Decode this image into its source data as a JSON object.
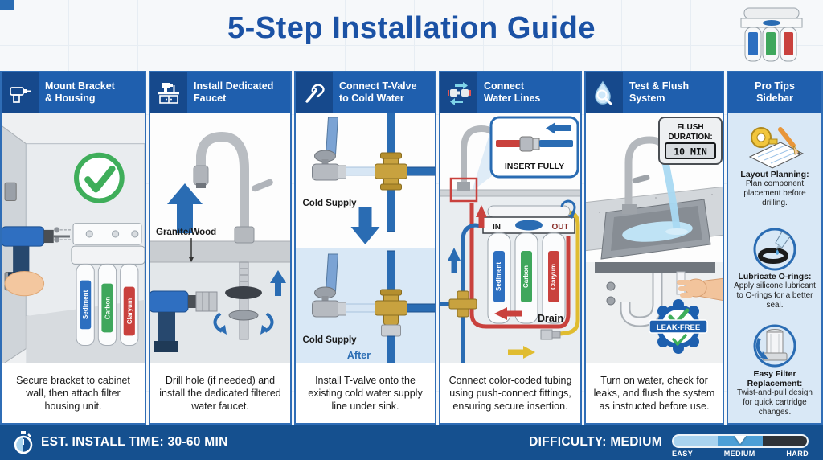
{
  "title": "5-Step Installation Guide",
  "cartridges": [
    "Sediment",
    "Carbon",
    "Claryum"
  ],
  "steps": [
    {
      "title_lines": [
        "Mount Bracket",
        "& Housing"
      ],
      "icon": "drill-icon",
      "caption": "Secure bracket to cabinet wall, then attach filter housing unit."
    },
    {
      "title_lines": [
        "Install Dedicated",
        "Faucet"
      ],
      "icon": "drill-cabinet-icon",
      "caption": "Drill hole (if needed) and install the dedicated filtered water faucet.",
      "surface_label": "Granite/Wood"
    },
    {
      "title_lines": [
        "Connect T-Valve",
        "to Cold Water"
      ],
      "icon": "pipe-wrench-icon",
      "caption": "Install T-valve onto the existing cold water supply line under sink.",
      "cold_supply_label": "Cold Supply",
      "after_label": "After"
    },
    {
      "title_lines": [
        "Connect",
        "Water Lines"
      ],
      "icon": "push-fittings-icon",
      "caption": "Connect color-coded tubing using push-connect fittings, ensuring secure insertion.",
      "insert_label": "INSERT FULLY",
      "in_label": "IN",
      "out_label": "OUT",
      "drain_label": "Drain"
    },
    {
      "title_lines": [
        "Test & Flush",
        "System"
      ],
      "icon": "water-drop-magnifier-icon",
      "caption": "Turn on water, check for leaks, and flush the system as instructed before use.",
      "flush_line1": "FLUSH",
      "flush_line2": "DURATION:",
      "flush_value": "10 MIN",
      "badge_label": "LEAK-FREE"
    }
  ],
  "sidebar": {
    "title_lines": [
      "Pro Tips",
      "Sidebar"
    ],
    "tips": [
      {
        "icon": "tape-measure-pencil-icon",
        "title": "Layout Planning:",
        "text": "Plan component placement before drilling."
      },
      {
        "icon": "oring-lubricant-icon",
        "title": "Lubricate O-rings:",
        "text": "Apply silicone lubricant to O-rings for a better seal."
      },
      {
        "icon": "filter-twist-icon",
        "title": "Easy Filter Replacement:",
        "text": "Twist-and-pull design for quick cartridge changes."
      }
    ]
  },
  "footer": {
    "install_time": "EST. INSTALL TIME: 30-60 MIN",
    "difficulty": "DIFFICULTY: MEDIUM",
    "scale_labels": [
      "EASY",
      "MEDIUM",
      "HARD"
    ]
  },
  "colors": {
    "title_blue": "#1b52a5",
    "header_blue": "#1f5fae",
    "header_dark_blue": "#16498c",
    "footer_blue": "#15508f",
    "sidebar_bg": "#d9e8f6",
    "sediment": "#2d6fc0",
    "carbon": "#3fa75c",
    "claryum": "#c9413d",
    "tube_blue": "#2a6cb3",
    "tube_red": "#c9413d",
    "tube_yellow": "#e0bc30",
    "brass": "#c8a23f",
    "check_green": "#3fae5a",
    "easy": "#a9d3ef",
    "medium": "#4d9fd6",
    "hard": "#2f3338"
  }
}
